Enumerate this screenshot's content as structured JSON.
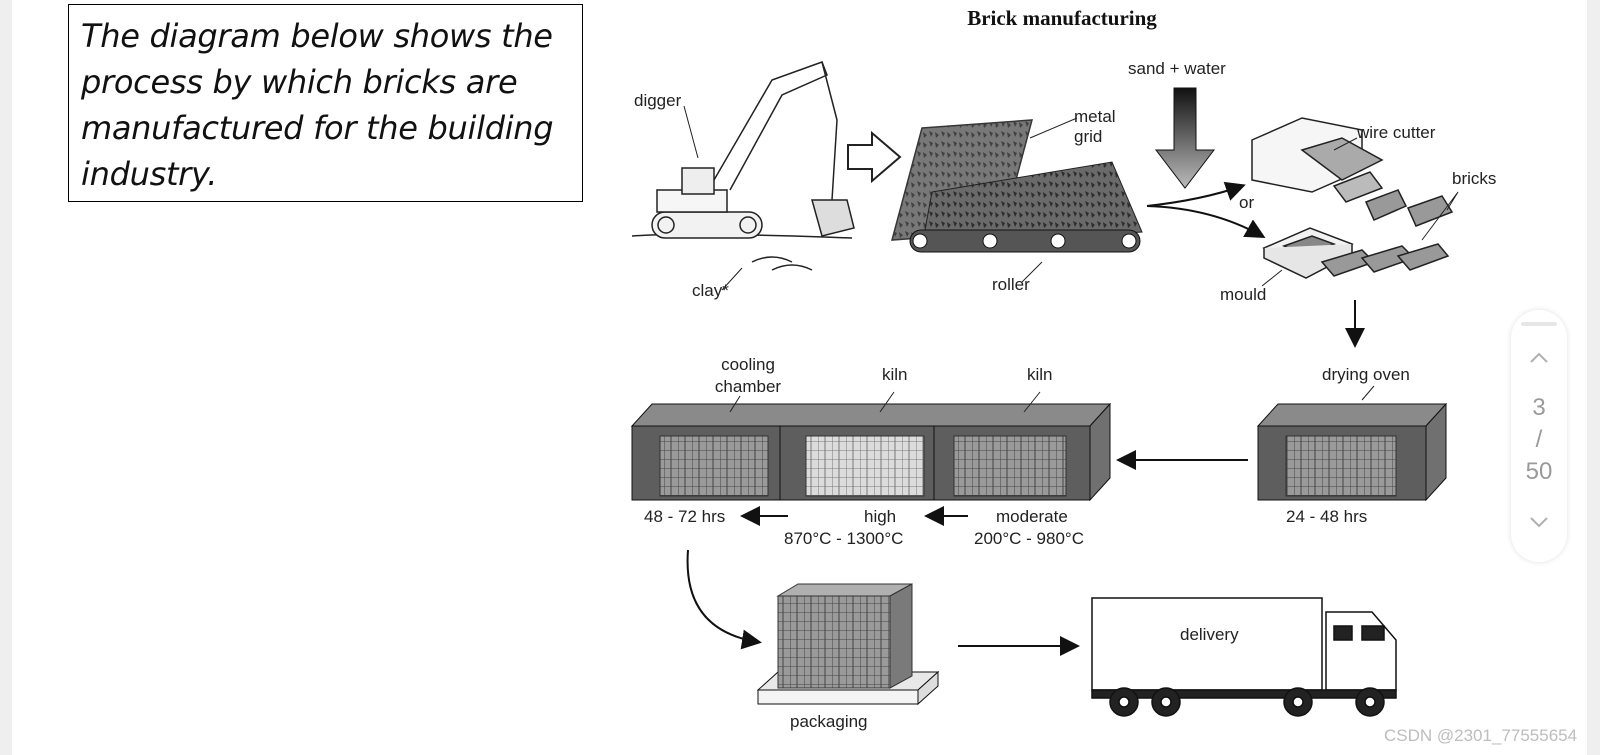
{
  "prompt": {
    "text": "The diagram below shows the process by which bricks are manufactured for the building industry."
  },
  "diagram": {
    "title": "Brick manufacturing",
    "labels": {
      "digger": "digger",
      "clay": "clay*",
      "metal_grid": "metal\ngrid",
      "roller": "roller",
      "sand_water": "sand + water",
      "or": "or",
      "wire_cutter": "wire cutter",
      "bricks": "bricks",
      "mould": "mould",
      "drying_oven": "drying oven",
      "drying_time": "24 - 48 hrs",
      "cooling_chamber": "cooling\nchamber",
      "kiln_high": "kiln",
      "kiln_moderate": "kiln",
      "cooling_time": "48 - 72 hrs",
      "high": "high",
      "high_temp": "870°C - 1300°C",
      "moderate": "moderate",
      "moderate_temp": "200°C - 980°C",
      "packaging": "packaging",
      "delivery": "delivery"
    }
  },
  "pager": {
    "current": "3",
    "separator": "/",
    "total": "50"
  },
  "watermark": "CSDN @2301_77555654",
  "colors": {
    "page_bg": "#ffffff",
    "outer_bg": "#efefef",
    "pager_text": "#9a9a9a"
  }
}
